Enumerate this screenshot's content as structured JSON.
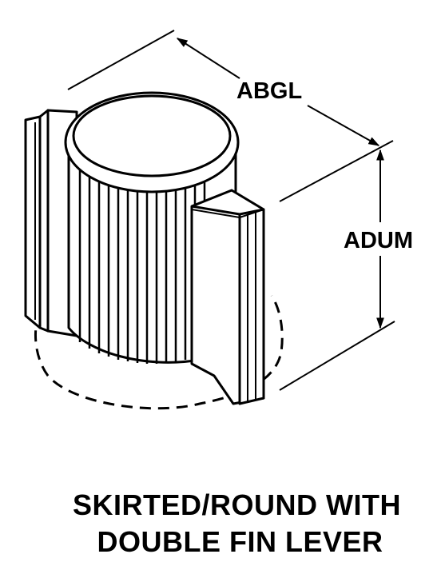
{
  "dimensions": {
    "length_label": "ABGL",
    "height_label": "ADUM"
  },
  "caption": {
    "line1": "SKIRTED/ROUND WITH",
    "line2": "DOUBLE FIN LEVER"
  },
  "colors": {
    "ink": "#000000",
    "background": "#ffffff"
  }
}
